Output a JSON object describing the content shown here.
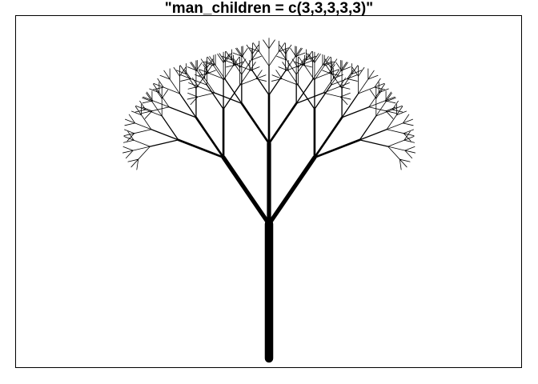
{
  "title": "\"man_children = c(3,3,3,3,3)\"",
  "figure": {
    "type": "recursive-branching-tree",
    "children_per_level": [
      3,
      3,
      3,
      3,
      3
    ],
    "depth": 5,
    "line_color": "#000000",
    "background": "#ffffff"
  }
}
